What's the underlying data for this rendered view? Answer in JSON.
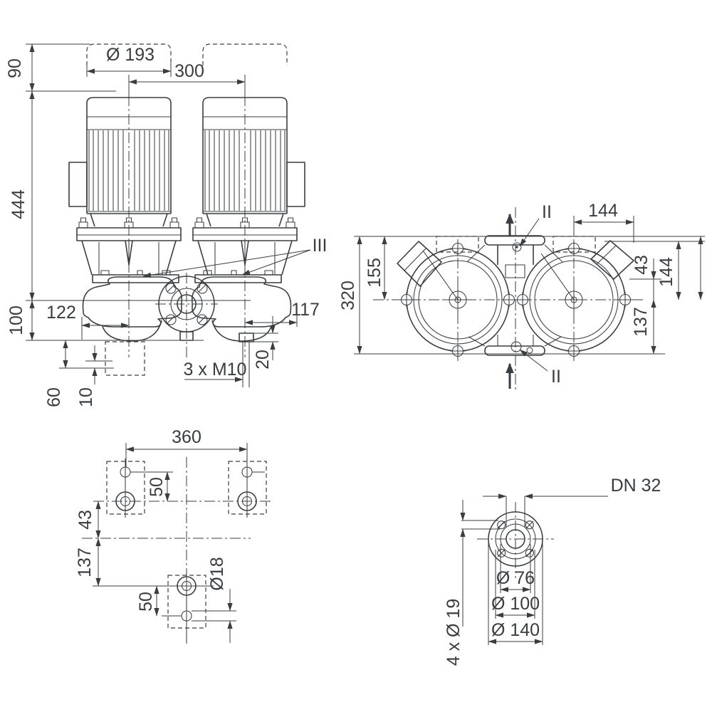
{
  "drawing": {
    "type": "pump-dimension-drawing",
    "line_color": "#3a3e42",
    "background": "#ffffff",
    "front_view": {
      "clearance_height": "90",
      "motor_diameter": "Ø 193",
      "pump_spacing": "300",
      "motor_height": "444",
      "base_height": "100",
      "foot_left": "122",
      "foot_right": "117",
      "boss_height": "20",
      "drain_plugs": "3 x M10",
      "foundation_depth": "60",
      "grout_thickness": "10",
      "detail_marker": "III"
    },
    "top_view": {
      "depth_total": "320",
      "depth_front": "155",
      "port_offset": "144",
      "box_offset": "43",
      "depth_side": "144",
      "depth_back": "137",
      "section_marker_top": "II",
      "section_marker_bottom": "II"
    },
    "foundation_view": {
      "bolt_span": "360",
      "hole_pitch_upper": "50",
      "axis_offset_front": "43",
      "axis_offset_back": "137",
      "hole_pitch_lower": "50",
      "hole_diameter": "Ø18"
    },
    "flange_view": {
      "nominal_diameter": "DN 32",
      "raised_face_diameter": "Ø 76",
      "bolt_circle_diameter": "Ø 100",
      "flange_diameter": "Ø 140",
      "bolt_holes": "4 x Ø 19"
    }
  }
}
